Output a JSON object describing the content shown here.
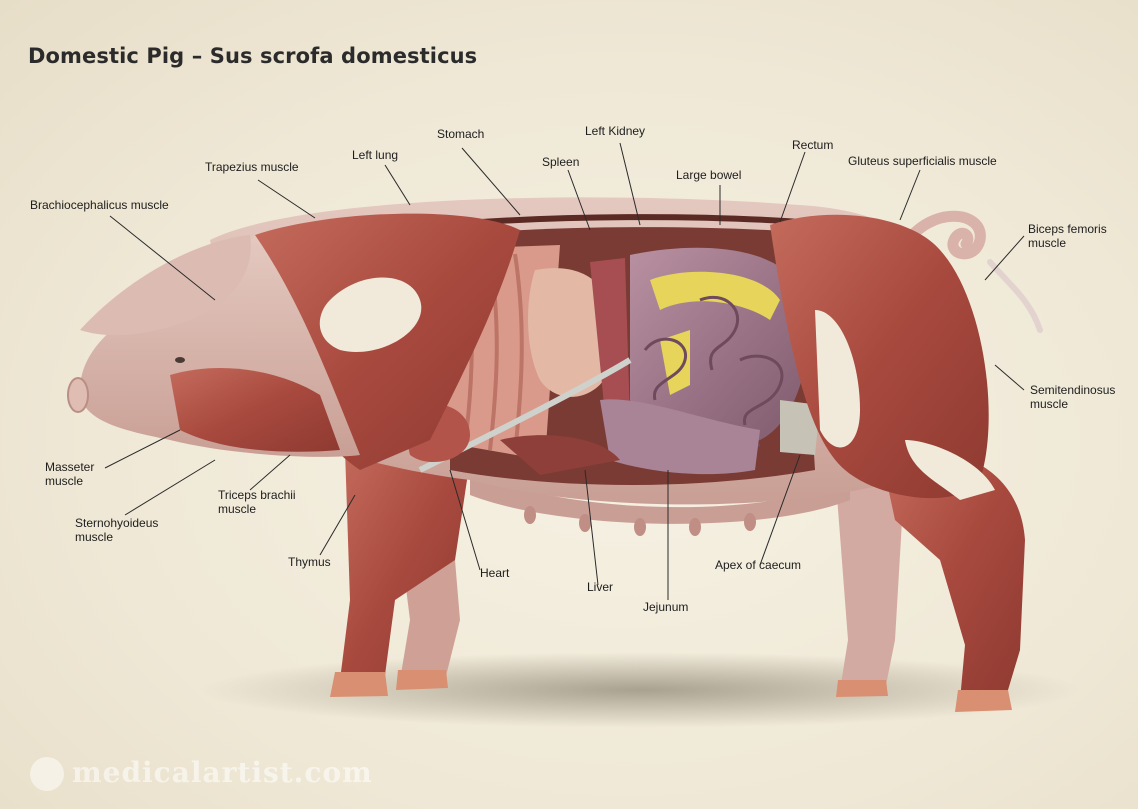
{
  "title": "Domestic Pig – Sus scrofa domesticus",
  "labels": {
    "brachiocephalicus": "Brachiocephalicus muscle",
    "trapezius": "Trapezius muscle",
    "left_lung": "Left lung",
    "stomach": "Stomach",
    "left_kidney": "Left Kidney",
    "spleen": "Spleen",
    "large_bowel": "Large bowel",
    "rectum": "Rectum",
    "gluteus": "Gluteus superficialis muscle",
    "biceps_femoris": "Biceps femoris muscle",
    "semitendinosus": "Semitendinosus muscle",
    "masseter": "Masseter muscle",
    "sternohyoideus": "Sternohyoideus muscle",
    "triceps": "Triceps brachii muscle",
    "thymus": "Thymus",
    "heart": "Heart",
    "liver": "Liver",
    "jejunum": "Jejunum",
    "caecum": "Apex of caecum"
  },
  "watermark": "medicalartist.com"
}
